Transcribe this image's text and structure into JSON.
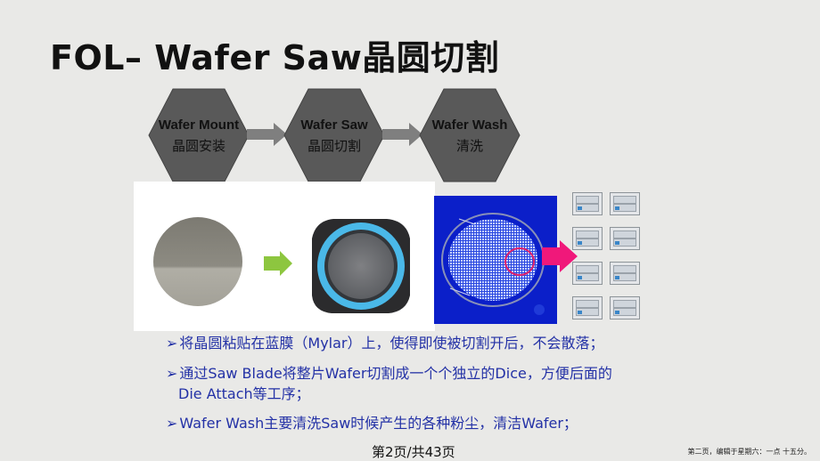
{
  "title": "FOL– Wafer Saw晶圆切割",
  "steps": [
    {
      "en": "Wafer Mount",
      "zh": "晶圆安装"
    },
    {
      "en": "Wafer Saw",
      "zh": "晶圆切割"
    },
    {
      "en": "Wafer Wash",
      "zh": "清洗"
    }
  ],
  "colors": {
    "hexagon": "#595959",
    "arrow_gray": "#7f7f7f",
    "arrow_green": "#8dc63f",
    "arrow_pink": "#f0187a",
    "bullet_text": "#2331a6",
    "wafer_ring": "#4ab8e8",
    "wafer_blue_bg": "#0b1fc9"
  },
  "bullets": [
    {
      "mark": "➢",
      "text": "将晶圆粘贴在蓝膜（Mylar）上，使得即使被切割开后，不会散落；"
    },
    {
      "mark": "➢",
      "text": "通过Saw Blade将整片Wafer切割成一个个独立的Dice，方便后面的"
    },
    {
      "mark": "",
      "text": "Die Attach等工序；"
    },
    {
      "mark": "➢",
      "text": "Wafer Wash主要清洗Saw时候产生的各种粉尘，清洁Wafer；"
    }
  ],
  "footer": {
    "page": "第2页/共43页",
    "note": "第二页，编辑于星期六：一点 十五分。"
  }
}
